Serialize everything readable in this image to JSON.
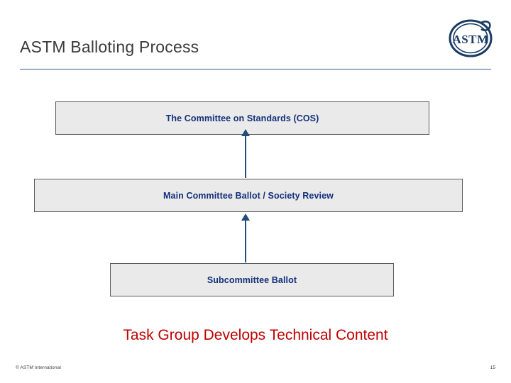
{
  "slide": {
    "title": "ASTM Balloting Process",
    "logo_icon": "astm-logo",
    "logo_text": "ASTM",
    "accent_color": "#2e5f8a",
    "box_text_color": "#14307a",
    "box_fill_color": "#eaeaea",
    "highlight_color": "#c00000"
  },
  "flow": {
    "boxes": [
      {
        "label": "The Committee on Standards (COS)"
      },
      {
        "label": "Main Committee Ballot / Society Review"
      },
      {
        "label": "Subcommittee Ballot"
      }
    ],
    "arrows": [
      {
        "name": "arrow-up-sub-to-main"
      },
      {
        "name": "arrow-up-main-to-cos"
      }
    ],
    "bottom_label": "Task Group Develops Technical Content"
  },
  "footer": {
    "copyright": "© ASTM International",
    "page_number": "15"
  }
}
